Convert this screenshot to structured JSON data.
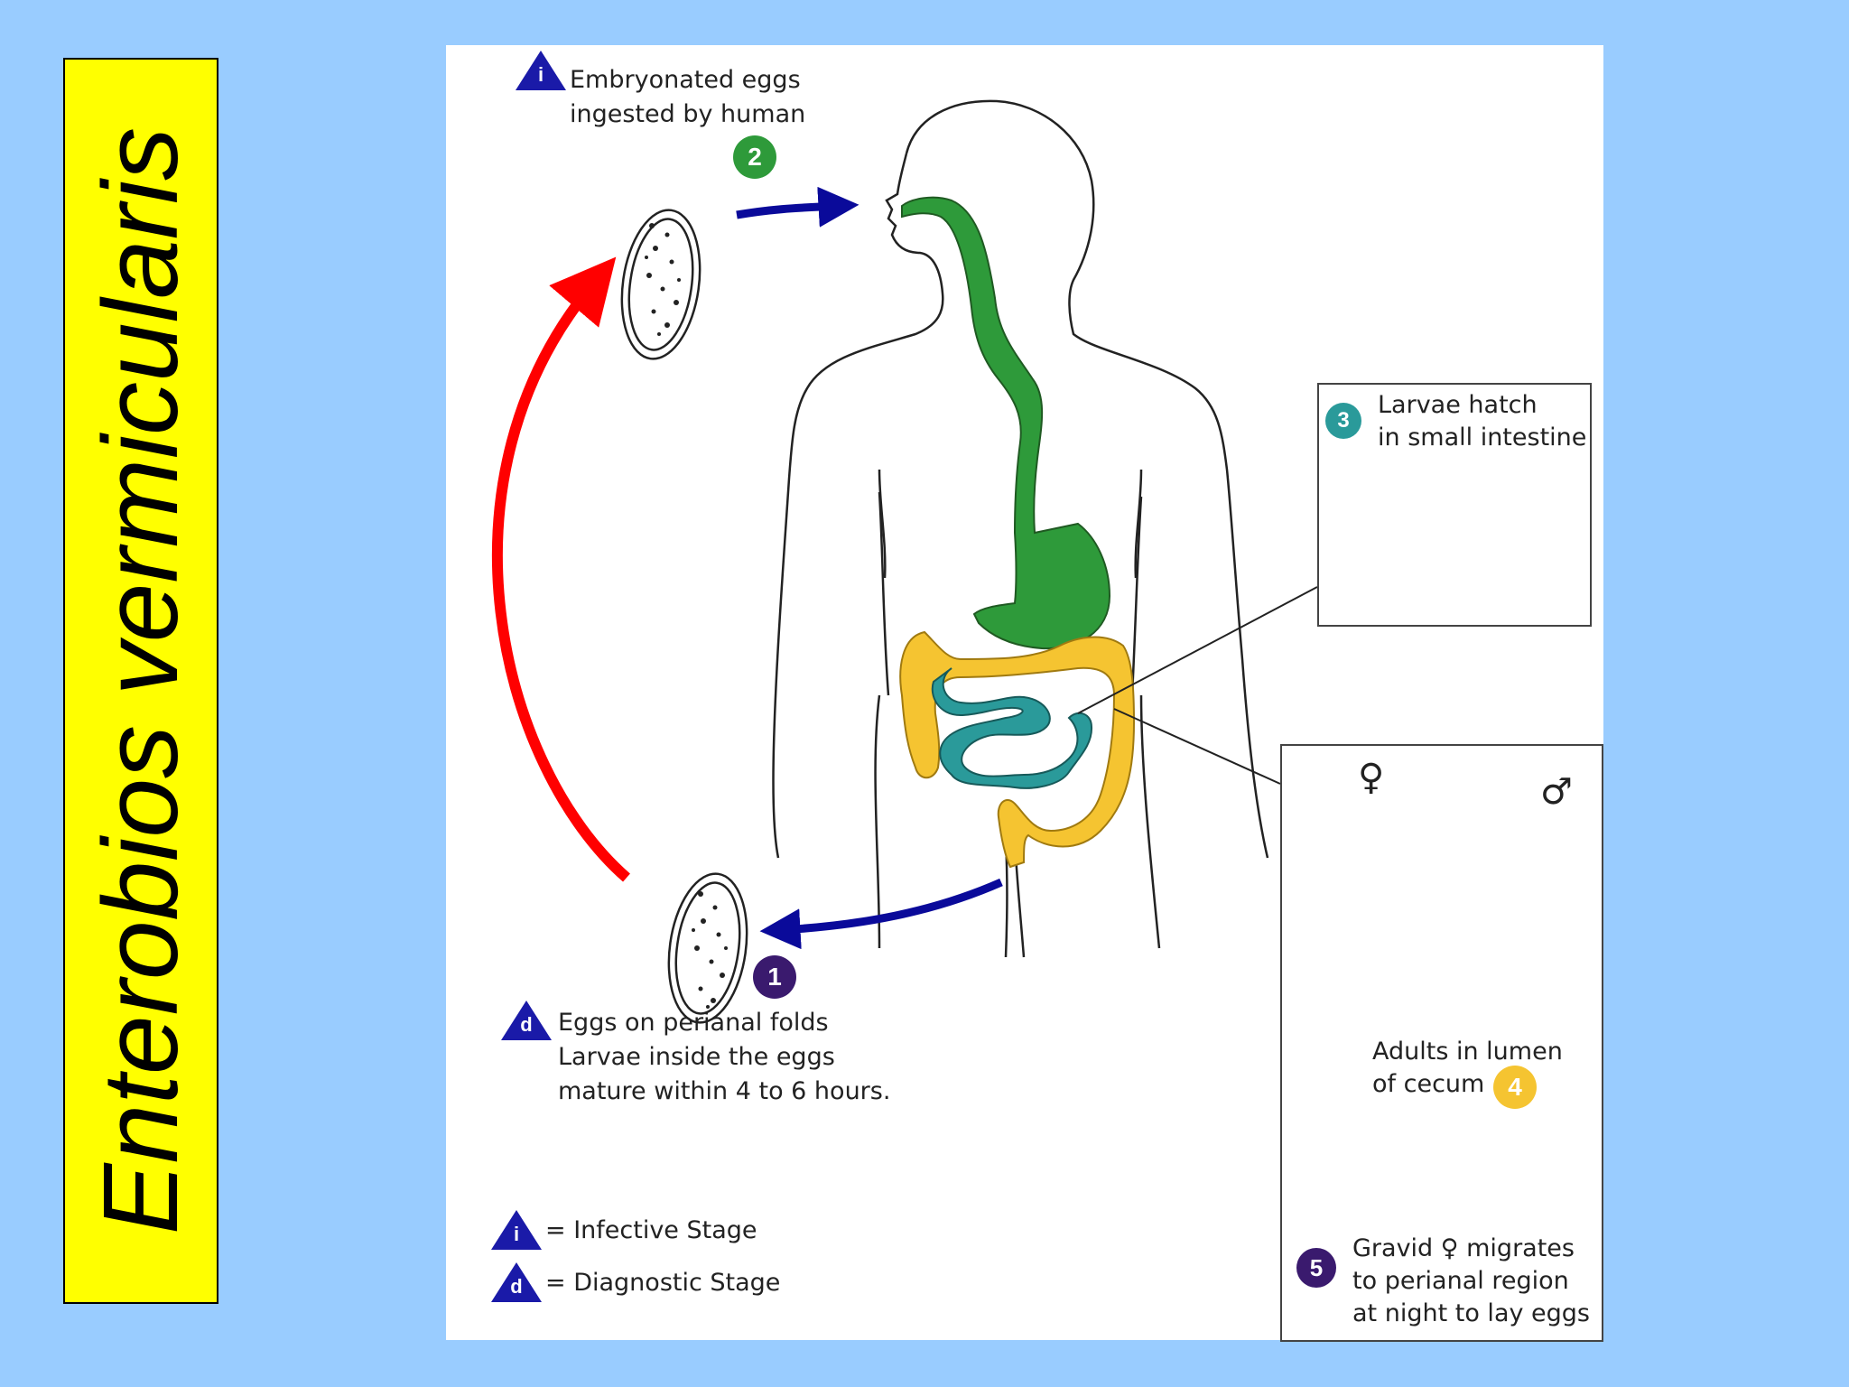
{
  "title": "Enterobios vermicularis",
  "steps": {
    "step1": {
      "number": "1",
      "line1": "Eggs on perianal folds",
      "line2": "Larvae inside the eggs",
      "line3": "mature within 4 to 6 hours."
    },
    "step2": {
      "number": "2",
      "line1": "Embryonated eggs",
      "line2": "ingested by human"
    },
    "step3": {
      "number": "3",
      "line1": "Larvae hatch",
      "line2": "in small intestine"
    },
    "step4": {
      "number": "4",
      "line1": "Adults in lumen",
      "line2": "of cecum"
    },
    "step5": {
      "number": "5",
      "line1": "Gravid ♀ migrates",
      "line2": "to perianal region",
      "line3": "at night to lay eggs"
    }
  },
  "stage_markers": {
    "infective": "i",
    "diagnostic": "d"
  },
  "legend": {
    "infective": "= Infective Stage",
    "diagnostic": "= Diagnostic Stage"
  },
  "sex_symbols": {
    "female": "♀",
    "male": "♂"
  },
  "colors": {
    "background": "#99ccff",
    "title_box": "#ffff00",
    "badge_1": "#3a1a6e",
    "badge_2": "#2e9a3a",
    "badge_3": "#2a9a9a",
    "badge_4": "#f5c431",
    "badge_5": "#3a1a6e",
    "stage_triangle": "#1a1aa8",
    "esophagus_stomach": "#2e9a3a",
    "colon": "#f5c431",
    "small_intestine": "#2a9a9a",
    "red_arrow": "#ff0000",
    "blue_arrow": "#0a0a9a"
  }
}
